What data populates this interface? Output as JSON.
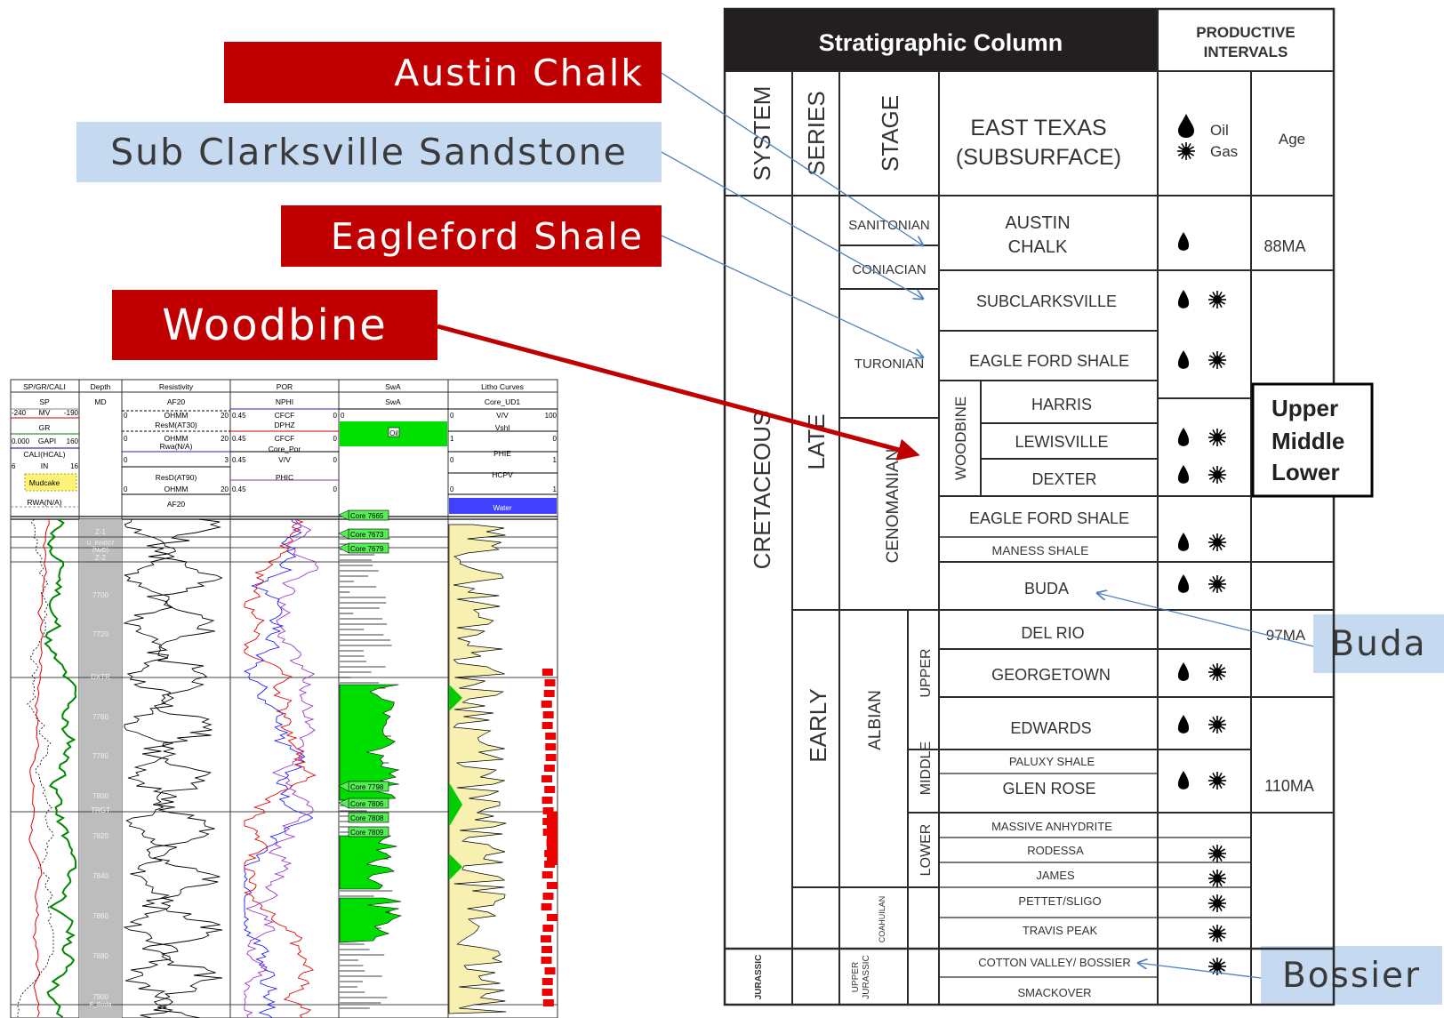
{
  "callouts": {
    "austin_chalk": "Austin Chalk",
    "sub_clarksville": "Sub Clarksville Sandstone",
    "eagleford": "Eagleford Shale",
    "woodbine": "Woodbine",
    "buda": "Buda",
    "bossier": "Bossier"
  },
  "strat": {
    "title": "Stratigraphic Column",
    "productive": "PRODUCTIVE\nINTERVALS",
    "headers": {
      "system": "SYSTEM",
      "series": "SERIES",
      "stage": "STAGE",
      "east1": "EAST TEXAS",
      "east2": "(SUBSURFACE)",
      "oil": "Oil",
      "gas": "Gas",
      "age": "Age"
    },
    "systems": {
      "cretaceous": "CRETACEOUS",
      "jurassic": "JURASSIC"
    },
    "series": {
      "late": "LATE",
      "early": "EARLY"
    },
    "stages": {
      "sanitonian": "SANITONIAN",
      "coniacian": "CONIACIAN",
      "turonian": "TURONIAN",
      "cenomanian": "CENOMANIAN",
      "albian": "ALBIAN",
      "coahuilan": "COAHUILAN",
      "upper_jurassic_1": "UPPER",
      "upper_jurassic_2": "JURASSIC"
    },
    "substages": {
      "woodbine": "WOODBINE",
      "upper": "UPPER",
      "middle": "MIDDLE",
      "lower": "LOWER"
    },
    "units": {
      "austin1": "AUSTIN",
      "austin2": "CHALK",
      "subclarksville": "SUBCLARKSVILLE",
      "eagleford1": "EAGLE FORD SHALE",
      "harris": "HARRIS",
      "lewisville": "LEWISVILLE",
      "dexter": "DEXTER",
      "eagleford2": "EAGLE FORD SHALE",
      "maness": "MANESS SHALE",
      "buda": "BUDA",
      "delrio": "DEL RIO",
      "georgetown": "GEORGETOWN",
      "edwards": "EDWARDS",
      "paluxy": "PALUXY SHALE",
      "glenrose": "GLEN ROSE",
      "anhydrite": "MASSIVE ANHYDRITE",
      "rodessa": "RODESSA",
      "james": "JAMES",
      "pettet": "PETTET/SLIGO",
      "travis": "TRAVIS PEAK",
      "cotton": "COTTON VALLEY/ BOSSIER",
      "smackover": "SMACKOVER"
    },
    "ages": {
      "a88": "88MA",
      "a97": "97MA",
      "a110": "110MA"
    },
    "woodbine_box": {
      "l1": "Upper",
      "l2": "Middle",
      "l3": "Lower"
    }
  },
  "log": {
    "tracks": [
      "SP/GR/CALI",
      "Depth",
      "Resistivity",
      "POR",
      "SwA",
      "Litho Curves"
    ],
    "t1": {
      "sp": "SP",
      "sp_units": "MV",
      "sp_min": "-240",
      "sp_max": "-190",
      "gr": "GR",
      "gr_units": "GAPI",
      "gr_min": "0.000",
      "gr_max": "160",
      "cali": "CALI(HCAL)",
      "cali_units": "IN",
      "cali_min": "6",
      "cali_max": "16",
      "mudcake": "Mudcake",
      "rwa": "RWA(N/A)"
    },
    "t2": {
      "md": "MD"
    },
    "t3": {
      "af20": "AF20",
      "ohmm": "OHMM",
      "resm": "ResM(AT30)",
      "rwa": "Rwa(N/A)",
      "resd": "ResD(AT90)",
      "af20b": "AF20",
      "r0": "0",
      "r20": "20",
      "r3": "3"
    },
    "t4": {
      "nphi": "NPHI",
      "cfcf": "CFCF",
      "dphz": "DPHZ",
      "corepor": "Core_Por",
      "vv": "V/V",
      "phic": "PHIC",
      "p045": "0.45",
      "p0": "0"
    },
    "t5": {
      "swa": "SwA",
      "oil": "Oil"
    },
    "t6": {
      "core": "Core_UD1",
      "vv": "V/V",
      "vshl": "Vshl",
      "phie": "PHIE",
      "hcpv": "HCPV",
      "water": "Water",
      "z0": "0",
      "z100": "100",
      "z1": "1"
    },
    "depths": {
      "z1": "Z-1",
      "ufm": "U_Fm007",
      "nvd": "(NvD)",
      "z2": "Z-2",
      "d7700": "7700",
      "d7720": "7720",
      "dxtr": "DXTR",
      "d7760": "7760",
      "d7780": "7780",
      "d7800": "7800",
      "trgt": "TRGT",
      "d7820": "7820",
      "d7840": "7840",
      "d7860": "7860",
      "d7880": "7880",
      "d7900": "7900",
      "fbuda": "F_Buda"
    },
    "cores": {
      "c0": "Core 7665",
      "c1": "Core 7673",
      "c2": "Core 7679",
      "c3": "Core 7798",
      "c4": "Core 7806",
      "c5": "Core 7808",
      "c6": "Core 7809"
    }
  }
}
